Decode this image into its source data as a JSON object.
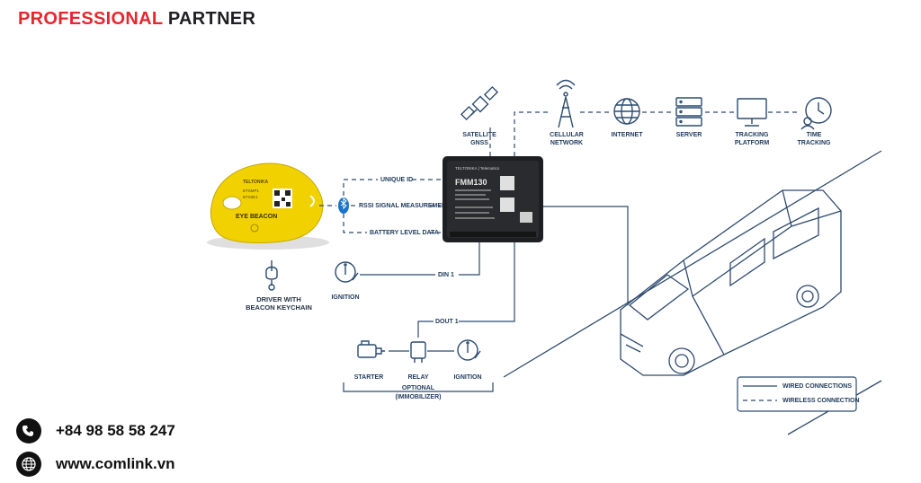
{
  "header": {
    "title_red": "PROFESSIONAL",
    "title_dark": "PARTNER"
  },
  "beacon": {
    "caption_line1": "DRIVER WITH",
    "caption_line2": "BEACON KEYCHAIN",
    "tag_brand": "TELTONIKA",
    "tag_model": "EYE BEACON",
    "tag_small_1": "BTSMP1",
    "tag_small_2": "BTS0E1",
    "color": "#f2d100"
  },
  "signals": {
    "unique_id": "UNIQUE ID",
    "rssi": "RSSI SIGNAL MEASUREMENT",
    "battery": "BATTERY LEVEL DATA",
    "din1": "DIN 1",
    "dout1": "DOUT 1"
  },
  "device": {
    "model": "FMM130",
    "brand": "TELTONIKA | Telematics"
  },
  "labels": {
    "satellite_1": "SATELLITE",
    "satellite_2": "GNSS",
    "cellular_1": "CELLULAR",
    "cellular_2": "NETWORK",
    "internet": "INTERNET",
    "server": "SERVER",
    "tracking_1": "TRACKING",
    "tracking_2": "PLATFORM",
    "time_1": "TIME",
    "time_2": "TRACKING",
    "ignition_top": "IGNITION",
    "starter": "STARTER",
    "relay": "RELAY",
    "ignition_bottom": "IGNITION",
    "optional_1": "OPTIONAL",
    "optional_2": "(IMMOBILIZER)"
  },
  "legend": {
    "wired": "WIRED CONNECTIONS",
    "wireless": "WIRELESS CONNECTION"
  },
  "contact": {
    "phone": "+84 98 58 58 247",
    "website": "www.comlink.vn",
    "phone_icon": "phone-icon",
    "web_icon": "globe-icon"
  },
  "colors": {
    "accent_red": "#e8262e",
    "line_blue": "#2b4b70",
    "bluetooth_blue": "#1a73c9"
  }
}
